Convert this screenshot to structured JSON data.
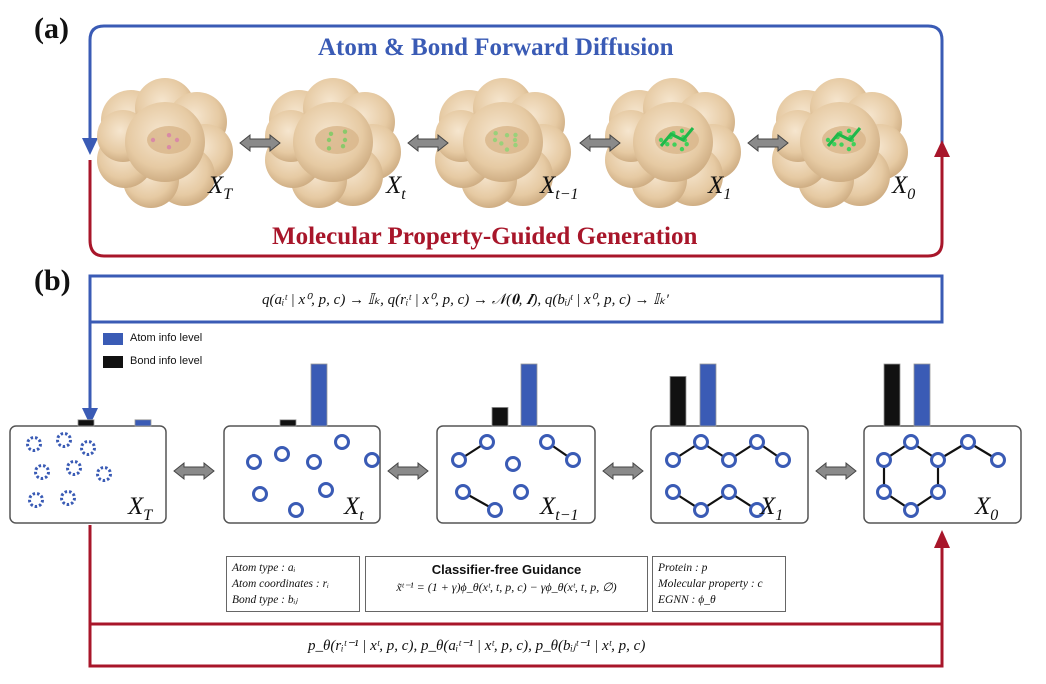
{
  "panel_a": {
    "label": "(a)",
    "forward_title": "Atom & Bond Forward Diffusion",
    "reverse_title": "Molecular Property-Guided Generation",
    "states": [
      {
        "symbol": "X",
        "subscript": "T"
      },
      {
        "symbol": "X",
        "subscript": "t"
      },
      {
        "symbol": "X",
        "subscript": "t−1"
      },
      {
        "symbol": "X",
        "subscript": "1"
      },
      {
        "symbol": "X",
        "subscript": "0"
      }
    ]
  },
  "panel_b": {
    "label": "(b)",
    "forward_equation": "q(aᵢᵗ | x⁰, p, c) → 𝕀ₖ, q(rᵢᵗ | x⁰, p, c) → 𝒩(𝟎, 𝑰), q(bᵢⱼᵗ | x⁰, p, c) → 𝕀ₖ′",
    "reverse_equation": "p_θ(rᵢᵗ⁻¹ | xᵗ, p, c), p_θ(aᵢᵗ⁻¹ | xᵗ, p, c), p_θ(bᵢⱼᵗ⁻¹ | xᵗ, p, c)",
    "legend": {
      "atom": "Atom info level",
      "bond": "Bond info level",
      "atom_color": "#3a5bb5",
      "bond_color": "#111111"
    },
    "info_levels": [
      {
        "atom": 0.1,
        "bond": 0.1
      },
      {
        "atom": 1.0,
        "bond": 0.1
      },
      {
        "atom": 1.0,
        "bond": 0.3
      },
      {
        "atom": 1.0,
        "bond": 0.8
      },
      {
        "atom": 1.0,
        "bond": 1.0
      }
    ],
    "states": [
      {
        "symbol": "X",
        "subscript": "T"
      },
      {
        "symbol": "X",
        "subscript": "t"
      },
      {
        "symbol": "X",
        "subscript": "t−1"
      },
      {
        "symbol": "X",
        "subscript": "1"
      },
      {
        "symbol": "X",
        "subscript": "0"
      }
    ],
    "left_info": {
      "line1": "Atom type :  aᵢ",
      "line2": "Atom coordinates :  rᵢ",
      "line3": "Bond type :  bᵢⱼ"
    },
    "guidance": {
      "title": "Classifier-free Guidance",
      "equation": "x̃ᵗ⁻¹ = (1 + γ)ϕ_θ(xᵗ, t, p, c) − γϕ_θ(xᵗ, t, p, ∅)"
    },
    "right_info": {
      "line1": "Protein : p",
      "line2": "Molecular property : c",
      "line3": "EGNN : ϕ_θ"
    }
  },
  "colors": {
    "forward": "#3a5bb5",
    "reverse": "#a8162a",
    "node": "#3a5bb5",
    "protein": "#e8cfae"
  }
}
